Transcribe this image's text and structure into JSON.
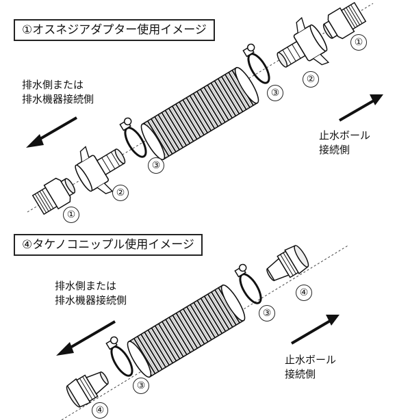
{
  "top": {
    "title": "①オスネジアダプター使用イメージ",
    "drain_label": [
      "排水側または",
      "排水機器接続側"
    ],
    "valve_label": [
      "止水ボール",
      "接続側"
    ],
    "numbers": [
      "①",
      "②",
      "③",
      "③",
      "②",
      "①"
    ]
  },
  "bottom": {
    "title": "④タケノコニップル使用イメージ",
    "drain_label": [
      "排水側または",
      "排水機器接続側"
    ],
    "valve_label": [
      "止水ボール",
      "接続側"
    ],
    "numbers": [
      "④",
      "③",
      "③",
      "④"
    ]
  }
}
